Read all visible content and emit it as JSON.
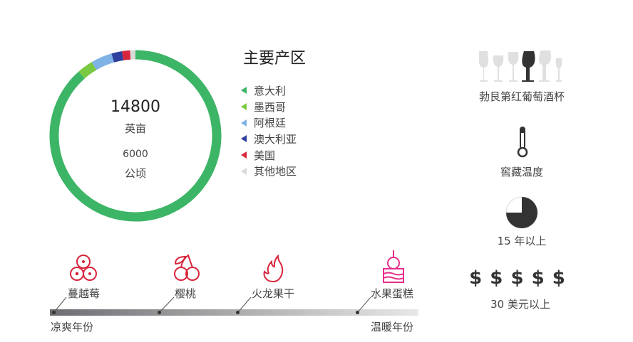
{
  "chart_data": {
    "type": "pie",
    "title": "主要产区",
    "variant": "donut",
    "center": {
      "value1": "14800",
      "unit1": "英亩",
      "value2": "6000",
      "unit2": "公顷"
    },
    "slices": [
      {
        "label": "意大利",
        "value": 88.5,
        "color": "#3db566"
      },
      {
        "label": "墨西哥",
        "value": 3,
        "color": "#7ac943"
      },
      {
        "label": "阿根廷",
        "value": 4,
        "color": "#7fb2e5"
      },
      {
        "label": "澳大利亚",
        "value": 2,
        "color": "#2e3f9e"
      },
      {
        "label": "美国",
        "value": 1.5,
        "color": "#d7263d"
      },
      {
        "label": "其他地区",
        "value": 1,
        "color": "#d9d9d9"
      }
    ]
  },
  "info": {
    "glass_label": "勃艮第红葡萄酒杯",
    "temp_label": "窖藏温度",
    "aging_label": "15 年以上",
    "aging_fraction": 0.75,
    "price_symbols": "$ $ $ $ $",
    "price_label": "30 美元以上"
  },
  "timeline": {
    "items": [
      {
        "label": "蔓越莓",
        "icon": "cranberry-icon"
      },
      {
        "label": "樱桃",
        "icon": "cherry-icon"
      },
      {
        "label": "火龙果干",
        "icon": "flame-icon"
      },
      {
        "label": "水果蛋糕",
        "icon": "cake-icon"
      }
    ],
    "start_label": "凉爽年份",
    "end_label": "温暖年份"
  }
}
